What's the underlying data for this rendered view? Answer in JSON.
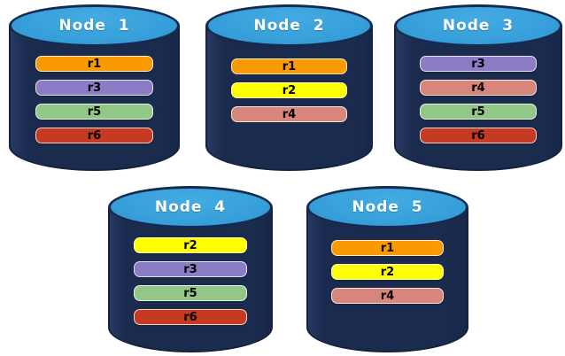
{
  "diagram": {
    "description": "Five database node cylinders showing replica placement",
    "colors": {
      "cylinder_body": "#1b2b4e",
      "cylinder_outline": "#14213f",
      "cylinder_top": "#37a0da",
      "title_text": "#ffffff",
      "bar_text": "#000000"
    },
    "replica_colors": {
      "r1": "#f99b00",
      "r2": "#ffff00",
      "r3": "#8c7cc6",
      "r4": "#d8867c",
      "r5": "#93c787",
      "r6": "#c53a20"
    },
    "nodes": [
      {
        "title": "Node  1",
        "replicas": [
          "r1",
          "r3",
          "r5",
          "r6"
        ]
      },
      {
        "title": "Node  2",
        "replicas": [
          "r1",
          "r2",
          "r4"
        ]
      },
      {
        "title": "Node  3",
        "replicas": [
          "r3",
          "r4",
          "r5",
          "r6"
        ]
      },
      {
        "title": "Node  4",
        "replicas": [
          "r2",
          "r3",
          "r5",
          "r6"
        ]
      },
      {
        "title": "Node  5",
        "replicas": [
          "r1",
          "r2",
          "r4"
        ]
      }
    ]
  }
}
